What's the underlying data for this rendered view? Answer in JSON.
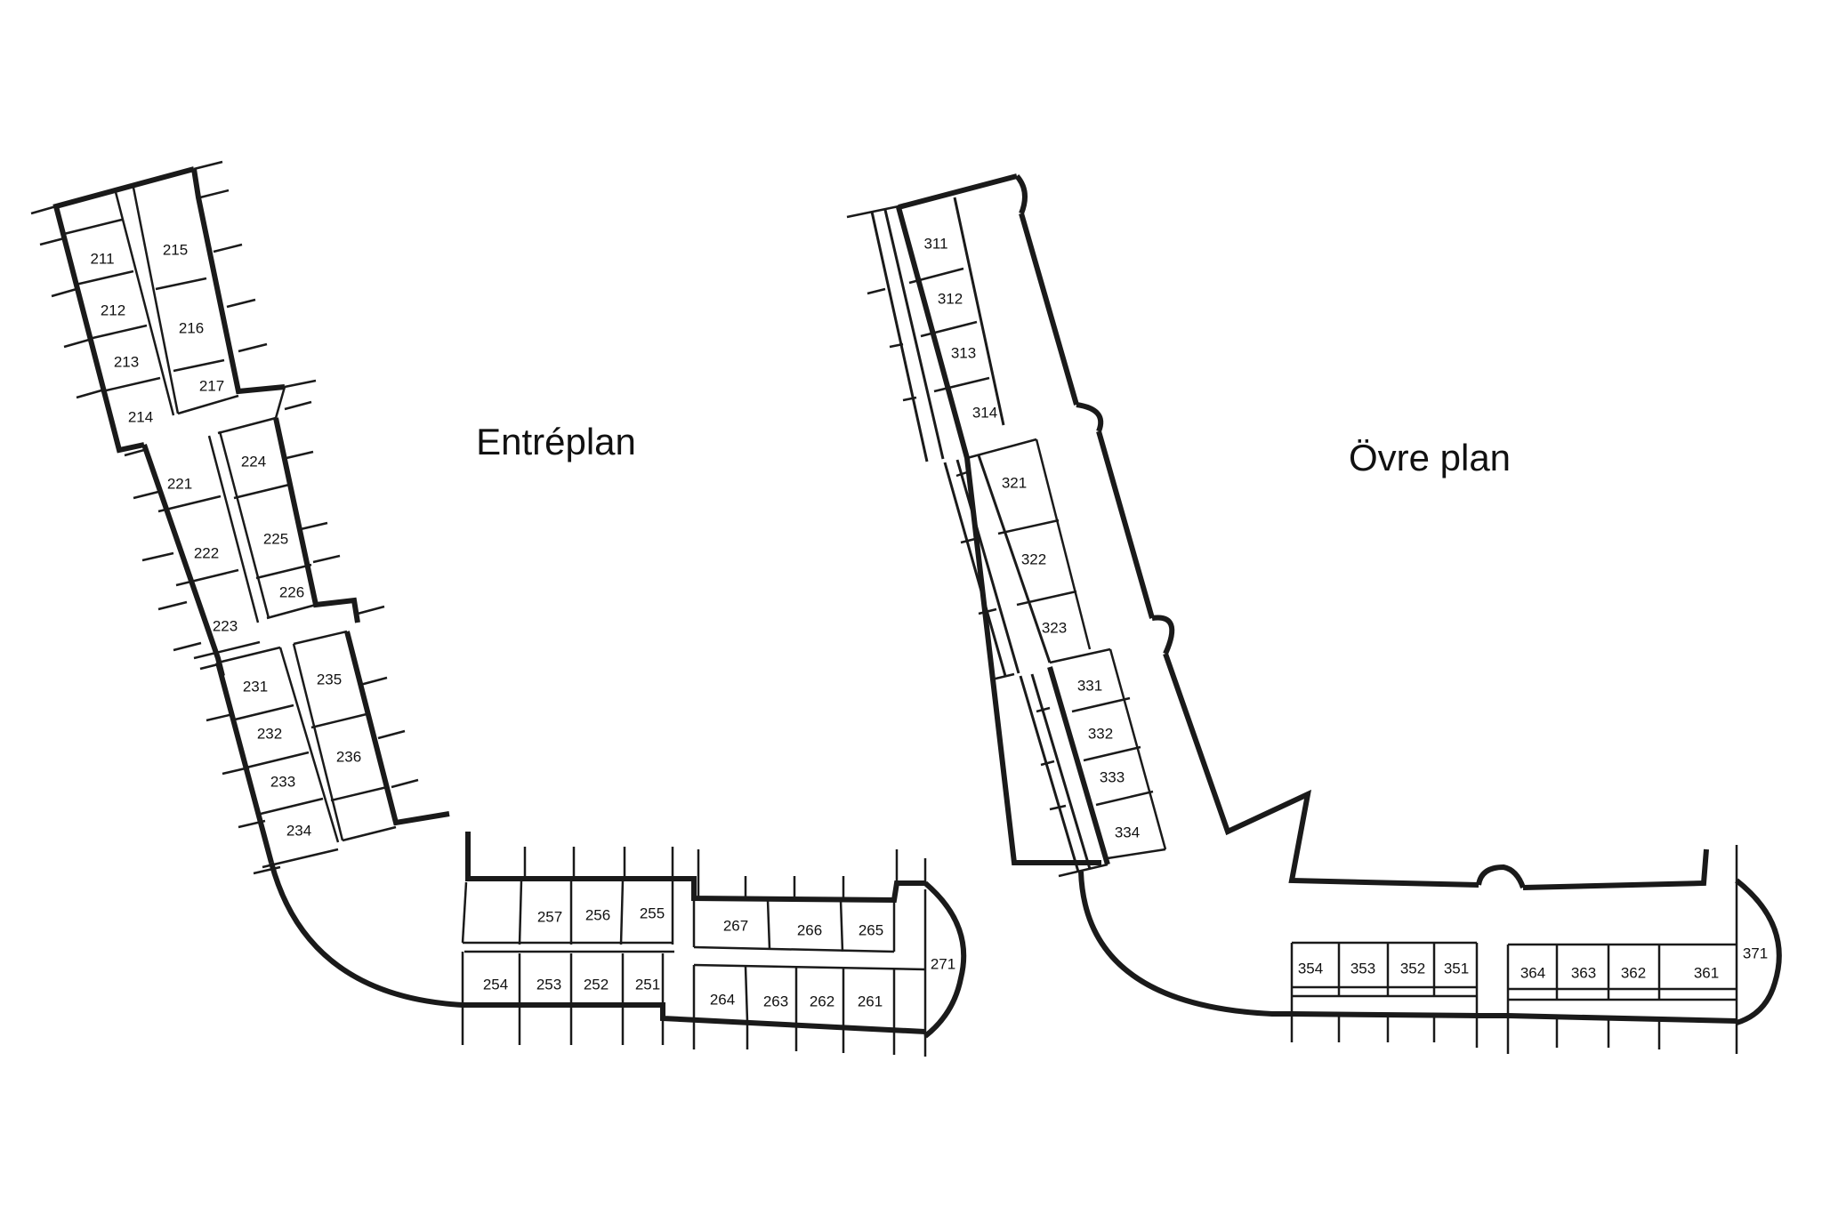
{
  "floors": [
    {
      "id": "entreplan",
      "title": "Entréplan",
      "rooms": [
        "211",
        "212",
        "213",
        "214",
        "215",
        "216",
        "217",
        "221",
        "222",
        "223",
        "224",
        "225",
        "226",
        "231",
        "232",
        "233",
        "234",
        "235",
        "236",
        "257",
        "256",
        "255",
        "254",
        "253",
        "252",
        "251",
        "267",
        "266",
        "265",
        "264",
        "263",
        "262",
        "261",
        "271"
      ]
    },
    {
      "id": "ovre-plan",
      "title": "Övre plan",
      "rooms": [
        "311",
        "312",
        "313",
        "314",
        "321",
        "322",
        "323",
        "331",
        "332",
        "333",
        "334",
        "354",
        "353",
        "352",
        "351",
        "364",
        "363",
        "362",
        "361",
        "371"
      ]
    }
  ]
}
